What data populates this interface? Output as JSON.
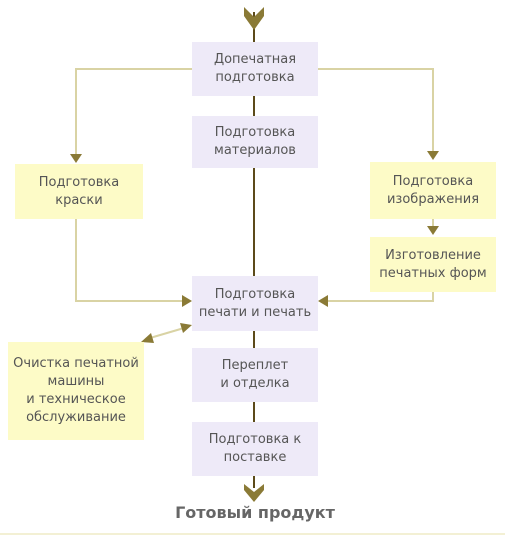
{
  "nodes": {
    "prepress": "Допечатная\nподготовка",
    "materials": "Подготовка\nматериалов",
    "ink": "Подготовка\nкраски",
    "image": "Подготовка\nизображения",
    "plates": "Изготовление\nпечатных форм",
    "printing": "Подготовка\nпечати и печать",
    "cleaning": "Очистка печатной\nмашины\nи техническое\nобслуживание",
    "binding": "Переплет\nи отделка",
    "shipping": "Подготовка к\nпоставке"
  },
  "final_product": "Готовый продукт",
  "colors": {
    "main_line": "#5c4a1a",
    "branch_line": "#d9d3a4",
    "arrow": "#8a7a36",
    "box_purple": "#eeeaf8",
    "box_yellow": "#fdfbc7"
  }
}
